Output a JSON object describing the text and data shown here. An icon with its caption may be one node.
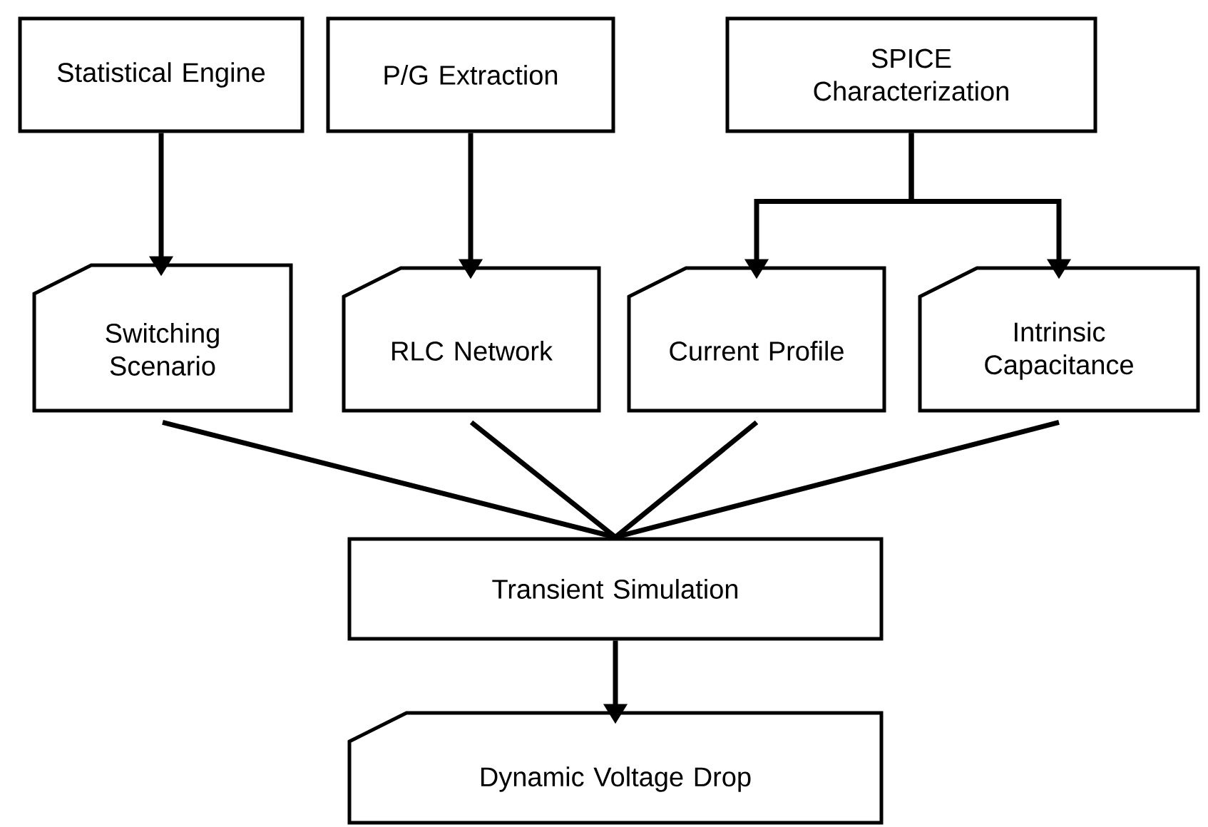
{
  "diagram": {
    "nodes": [
      {
        "text": [
          "Statistical Engine"
        ]
      },
      {
        "text": [
          "P/G Extraction"
        ]
      },
      {
        "text": [
          "SPICE Characterization"
        ]
      },
      {
        "text": [
          "Switching Scenario"
        ]
      },
      {
        "text": [
          "RLC Network"
        ]
      },
      {
        "text": [
          "Current Profile"
        ]
      },
      {
        "text": [
          "Intrinsic Capacitance"
        ]
      },
      {
        "text": [
          "Transient Simulation"
        ]
      },
      {
        "text": [
          "Dynamic Voltage Drop"
        ]
      }
    ],
    "edges": [
      {
        "from": 0,
        "to": 3,
        "arrow": "to"
      },
      {
        "from": 1,
        "to": 4,
        "arrow": "to"
      },
      {
        "from": 2,
        "to": 5,
        "arrow": "to"
      },
      {
        "from": 2,
        "to": 6,
        "arrow": "to"
      },
      {
        "from": 3,
        "to": 7,
        "arrow": "none"
      },
      {
        "from": 4,
        "to": 7,
        "arrow": "none"
      },
      {
        "from": 5,
        "to": 7,
        "arrow": "none"
      },
      {
        "from": 6,
        "to": 7,
        "arrow": "none"
      },
      {
        "from": 7,
        "to": 8,
        "arrow": "to"
      }
    ]
  }
}
